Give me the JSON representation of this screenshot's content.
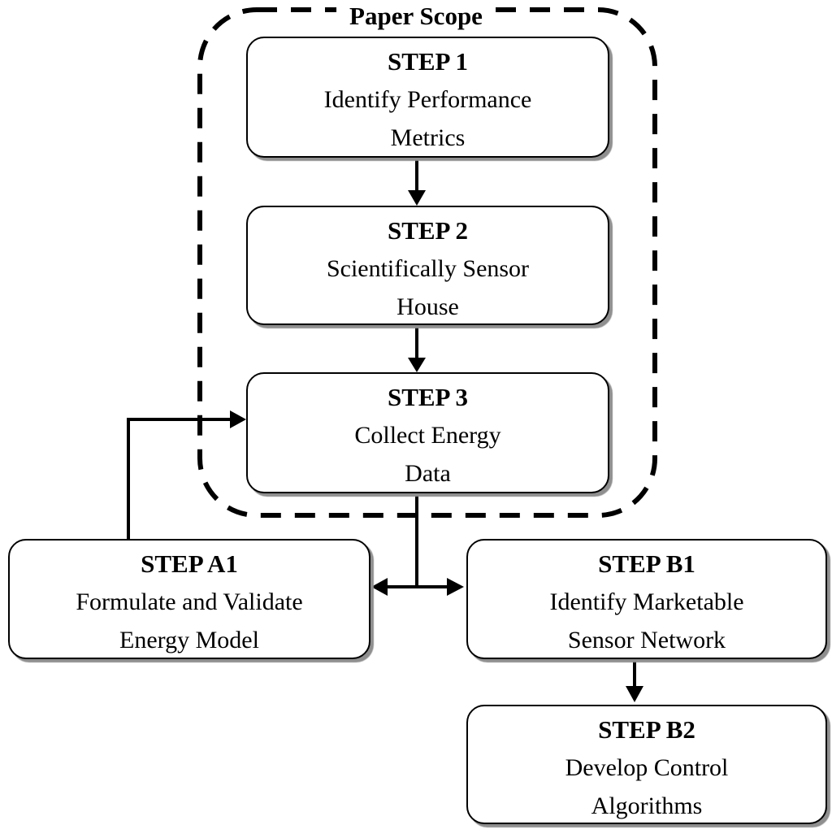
{
  "scope": {
    "label": "Paper Scope"
  },
  "nodes": {
    "step1": {
      "title": "STEP 1",
      "lines": [
        "Identify Performance",
        "Metrics"
      ]
    },
    "step2": {
      "title": "STEP 2",
      "lines": [
        "Scientifically Sensor",
        "House"
      ]
    },
    "step3": {
      "title": "STEP 3",
      "lines": [
        "Collect Energy",
        "Data"
      ]
    },
    "stepA1": {
      "title": "STEP A1",
      "lines": [
        "Formulate and Validate",
        "Energy Model"
      ]
    },
    "stepB1": {
      "title": "STEP B1",
      "lines": [
        "Identify Marketable",
        "Sensor Network"
      ]
    },
    "stepB2": {
      "title": "STEP B2",
      "lines": [
        "Develop Control",
        "Algorithms"
      ]
    }
  },
  "connections": [
    {
      "from": "STEP 1",
      "to": "STEP 2",
      "type": "arrow-down"
    },
    {
      "from": "STEP 2",
      "to": "STEP 3",
      "type": "arrow-down"
    },
    {
      "from": "STEP 3",
      "to": "STEP A1 and STEP B1",
      "type": "double-headed-branch"
    },
    {
      "from": "STEP A1",
      "to": "STEP 3",
      "type": "feedback-arrow"
    },
    {
      "from": "STEP B1",
      "to": "STEP B2",
      "type": "arrow-down"
    }
  ],
  "colors": {
    "background": "#ffffff",
    "line": "#000000",
    "box_border": "#000000",
    "box_fill": "#ffffff",
    "box_shadow": "#8f8f8f",
    "text": "#000000"
  }
}
